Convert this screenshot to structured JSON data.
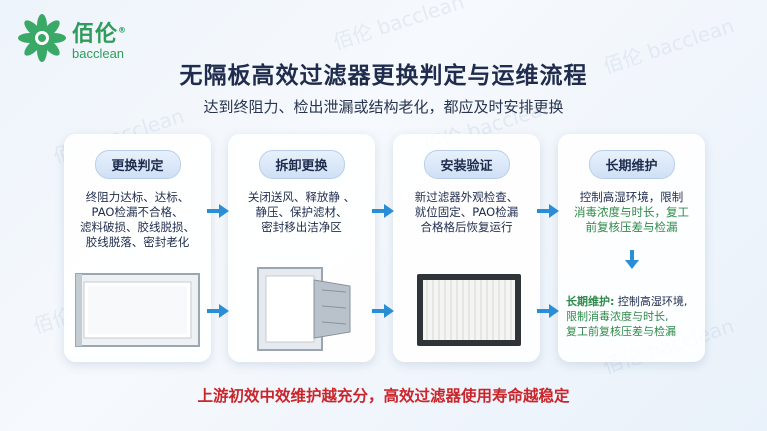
{
  "brand": {
    "name_cn": "佰伦",
    "name_en": "bacclean",
    "reg_mark": "®",
    "watermark": "佰伦 bacclean"
  },
  "title": "无隔板高效过滤器更换判定与运维流程",
  "subtitle": "达到终阻力、检出泄漏或结构老化，都应及时安排更换",
  "cards": [
    {
      "label": "更换判定",
      "lines": [
        "终阻力达标、达标、",
        "PAO检漏不合格、",
        "滤料破损、胶线脱损、",
        "胶线脱落、密封老化"
      ]
    },
    {
      "label": "拆卸更换",
      "lines": [
        "关闭送风、释放静 、",
        "静压、保护滤材、",
        "密封移出洁净区"
      ]
    },
    {
      "label": "安装验证",
      "lines": [
        "新过滤器外观检查、",
        "就位固定、PAO检漏",
        "合格格后恢复运行"
      ]
    },
    {
      "label": "长期维护",
      "lines": [
        "控制高湿环境，限制",
        "消毒浓度与时长，复工",
        "前复核压差与检漏"
      ]
    }
  ],
  "maintenance_note": {
    "label": "长期维护:",
    "line1": "控制高湿环境,",
    "line2": "限制消毒浓度与时长,",
    "line3": "复工前复核压差与检漏"
  },
  "footer": "上游初效中效维护越充分，高效过滤器使用寿命越稳定",
  "colors": {
    "title": "#1f2c4d",
    "green": "#2e8a48",
    "red": "#c9252b",
    "arrow": "#2a8ed6",
    "brand": "#2f9c5b"
  }
}
